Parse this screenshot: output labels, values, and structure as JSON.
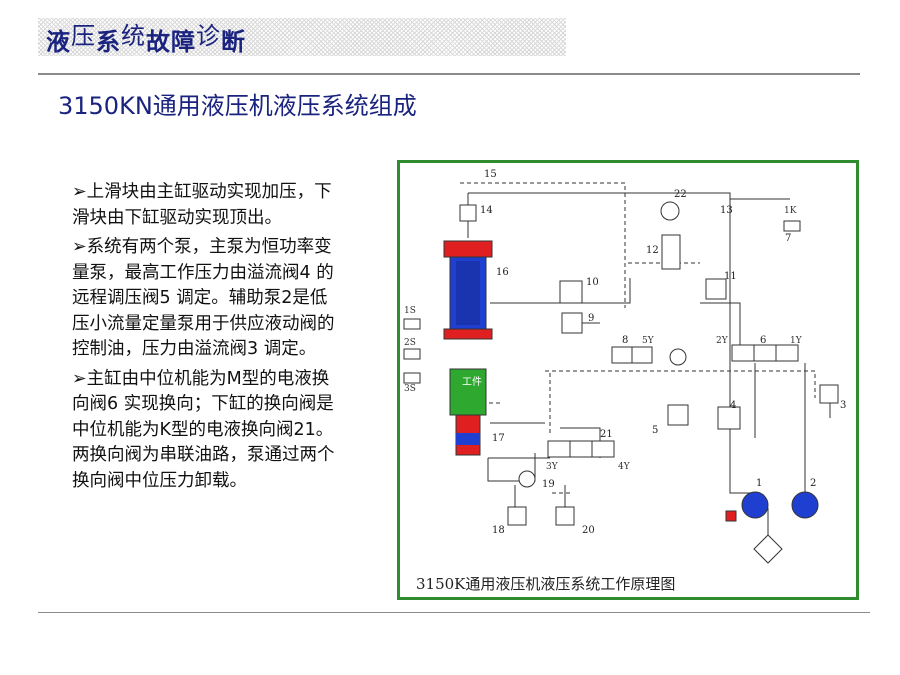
{
  "header": {
    "title_chars": [
      "液",
      "压",
      "系",
      "统",
      "故",
      "障",
      "诊",
      "断"
    ]
  },
  "slide_title": "3150KN通用液压机液压系统组成",
  "bullets": [
    {
      "marker": "➢",
      "text": "上滑块由主缸驱动实现加压，下滑块由下缸驱动实现顶出。"
    },
    {
      "marker": "➢",
      "text": "系统有两个泵，主泵为恒功率变量泵，最高工作压力由溢流阀4 的远程调压阀5 调定。辅助泵2是低压小流量定量泵用于供应液动阀的控制油，压力由溢流阀3 调定。"
    },
    {
      "marker": "➢",
      "text": "主缸由中位机能为M型的电液换向阀6 实现换向；下缸的换向阀是中位机能为K型的电液换向阀21。两换向阀为串联油路，泵通过两个换向阀中位压力卸载。"
    }
  ],
  "diagram": {
    "caption": "3150K通用液压机液压系统工作原理图",
    "cylinder_label": "工件",
    "component_numbers": [
      "1",
      "2",
      "3",
      "4",
      "5",
      "6",
      "7",
      "8",
      "9",
      "10",
      "11",
      "12",
      "13",
      "14",
      "15",
      "16",
      "17",
      "18",
      "19",
      "20",
      "21",
      "22"
    ],
    "solenoid_labels": [
      "1S",
      "2S",
      "3S",
      "1Y",
      "2Y",
      "3Y",
      "4Y",
      "5Y",
      "1K"
    ],
    "colors": {
      "frame": "#2e8b2e",
      "cylinder_cap": "#e02020",
      "cylinder_body": "#1f3fd0",
      "workpiece": "#2fa82f",
      "pump": "#1f3fd0"
    }
  }
}
